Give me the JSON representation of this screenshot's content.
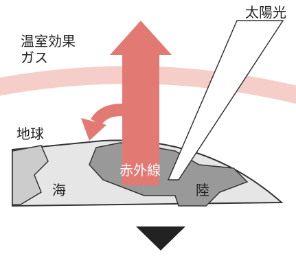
{
  "labels": {
    "sunlight": "太陽光",
    "greenhouse_gas": "温室効果ガス",
    "earth": "地球",
    "infrared": "赤外線",
    "sea": "海",
    "land": "陸"
  },
  "colors": {
    "infrared_arrow": "#e27a73",
    "atmosphere_band": "#f5c6c0",
    "land_dark": "#999999",
    "land_light": "#cccccc",
    "sea": "#e6e6e6",
    "down_triangle": "#222222"
  },
  "icons": {
    "next_step": "down-triangle-icon"
  }
}
